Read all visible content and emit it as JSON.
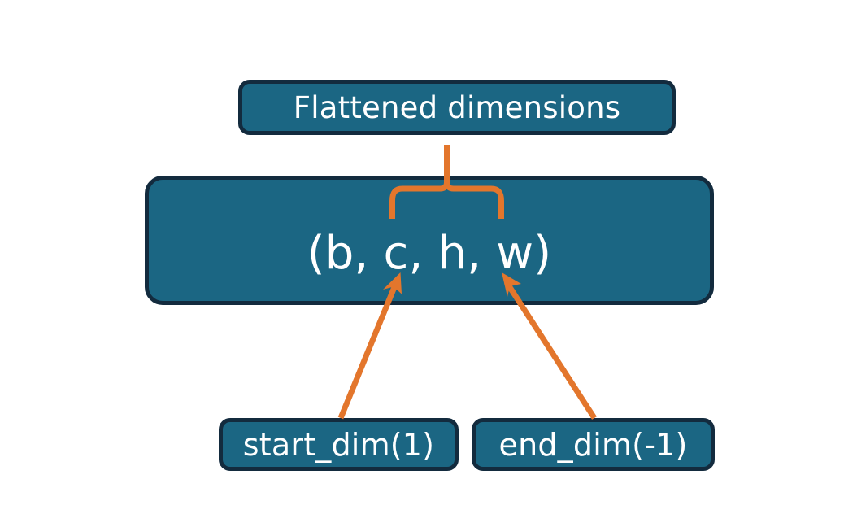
{
  "diagram": {
    "title_text": "Flattened dimensions",
    "shape_text": "(b, c, h, w)",
    "start_dim_text": "start_dim(1)",
    "end_dim_text": "end_dim(-1)",
    "colors": {
      "node_fill": "#1b6683",
      "node_border": "#132b3e",
      "node_text": "#ffffff",
      "connector": "#e3762c",
      "background": "#ffffff"
    },
    "nodes": [
      {
        "id": "flattened-dimensions",
        "label": "Flattened dimensions"
      },
      {
        "id": "tensor-shape",
        "label": "(b, c, h, w)"
      },
      {
        "id": "start-dim",
        "label": "start_dim(1)"
      },
      {
        "id": "end-dim",
        "label": "end_dim(-1)"
      }
    ],
    "connectors": [
      {
        "id": "brace-to-flattened",
        "from": "tensor-shape",
        "to": "flattened-dimensions",
        "style": "curly-brace"
      },
      {
        "id": "start-dim-arrow",
        "from": "start-dim",
        "to": "tensor-shape",
        "style": "arrow"
      },
      {
        "id": "end-dim-arrow",
        "from": "end-dim",
        "to": "tensor-shape",
        "style": "arrow"
      }
    ]
  }
}
